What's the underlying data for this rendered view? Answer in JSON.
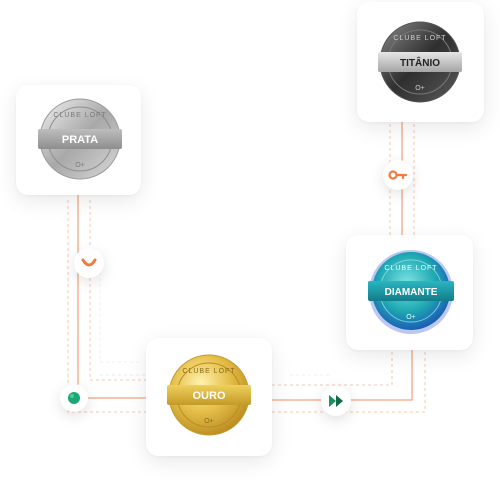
{
  "badges": {
    "prata": {
      "title": "PRATA",
      "ring_text": "CLUBE LOFT",
      "mark": "O+"
    },
    "titanio": {
      "title": "TITÂNIO",
      "ring_text": "CLUBE LOFT",
      "mark": "O+"
    },
    "diamante": {
      "title": "DIAMANTE",
      "ring_text": "CLUBE LOFT",
      "mark": "O+"
    },
    "ouro": {
      "title": "OURO",
      "ring_text": "CLUBE LOFT",
      "mark": "O+"
    }
  },
  "colors": {
    "accent": "#f08a5d",
    "green": "#19a974",
    "silver": "#c9c9c9",
    "titanium": "#4a4a4a",
    "teal": "#1fb3b8",
    "gold": "#d9b13b"
  },
  "icons": {
    "node_1": "smile-icon",
    "node_2": "key-icon",
    "node_3": "green-dot-icon",
    "node_4": "fast-forward-icon"
  }
}
